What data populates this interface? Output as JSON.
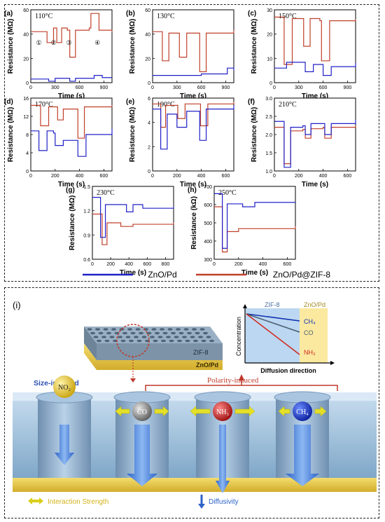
{
  "panels": [
    {
      "label": "(a)",
      "temp": "110°C",
      "ylabel": "Resistance (MΩ)",
      "xlabel": "Time (s)",
      "yticks": [
        "0",
        "20",
        "40",
        "60"
      ],
      "xticks": [
        "0",
        "300",
        "600",
        "900"
      ],
      "markers": [
        "①",
        "②",
        "③",
        "④"
      ]
    },
    {
      "label": "(b)",
      "temp": "130°C",
      "ylabel": "Resistance (MΩ)",
      "xlabel": "Time (s)",
      "yticks": [
        "0",
        "20",
        "40",
        "60"
      ],
      "xticks": [
        "0",
        "300",
        "600",
        "900"
      ]
    },
    {
      "label": "(c)",
      "temp": "150°C",
      "ylabel": "Resistance (MΩ)",
      "xlabel": "Time (s)",
      "yticks": [
        "0",
        "10",
        "20",
        "30"
      ],
      "xticks": [
        "0",
        "300",
        "600",
        "900"
      ]
    },
    {
      "label": "(d)",
      "temp": "170°C",
      "ylabel": "Resistance (MΩ)",
      "xlabel": "Time (s)",
      "yticks": [
        "0",
        "4",
        "8",
        "12",
        "16"
      ],
      "xticks": [
        "0",
        "200",
        "400",
        "600"
      ]
    },
    {
      "label": "(e)",
      "temp": "190°C",
      "ylabel": "Resistance (MΩ)",
      "xlabel": "Time (s)",
      "yticks": [
        "0",
        "2",
        "4",
        "6"
      ],
      "xticks": [
        "0",
        "200",
        "400",
        "600"
      ]
    },
    {
      "label": "(f)",
      "temp": "210°C",
      "ylabel": "Resistance (MΩ)",
      "xlabel": "Time (s)",
      "yticks": [
        "1.0",
        "1.5",
        "2.0",
        "2.5",
        "3.0"
      ],
      "xticks": [
        "0",
        "200",
        "400",
        "600"
      ]
    },
    {
      "label": "(g)",
      "temp": "230°C",
      "ylabel": "Resistance (MΩ)",
      "xlabel": "Time (s)",
      "yticks": [
        "0.6",
        "0.9",
        "1.2",
        "1.5"
      ],
      "xticks": [
        "0",
        "200",
        "400",
        "600",
        "800"
      ]
    },
    {
      "label": "(h)",
      "temp": "250°C",
      "ylabel": "Resistance (kΩ)",
      "xlabel": "Time (s)",
      "yticks": [
        "300",
        "400",
        "500",
        "600",
        "700"
      ],
      "xticks": [
        "0",
        "200",
        "400",
        "600"
      ]
    }
  ],
  "legend": {
    "series1": "ZnO/Pd",
    "series2": "ZnO/Pd@ZIF-8",
    "color1": "#2020c8",
    "color2": "#c0402a"
  },
  "diagram": {
    "label": "(i)",
    "layer_top": "ZIF-8",
    "layer_bottom": "ZnO/Pd",
    "size_induced": "Size-induced",
    "polarity_induced": "Polarity-induced",
    "molecules": [
      "NO₂",
      "CO",
      "NH₃",
      "CH₄"
    ],
    "interaction": "Interaction Strength",
    "diffusivity": "Diffusivity",
    "inset": {
      "zone1": "ZIF-8",
      "zone2": "ZnO/Pd",
      "ylabel": "Concentration",
      "xlabel": "Diffusion direction",
      "lines": [
        "CH₄",
        "CO",
        "NH₃"
      ]
    }
  }
}
